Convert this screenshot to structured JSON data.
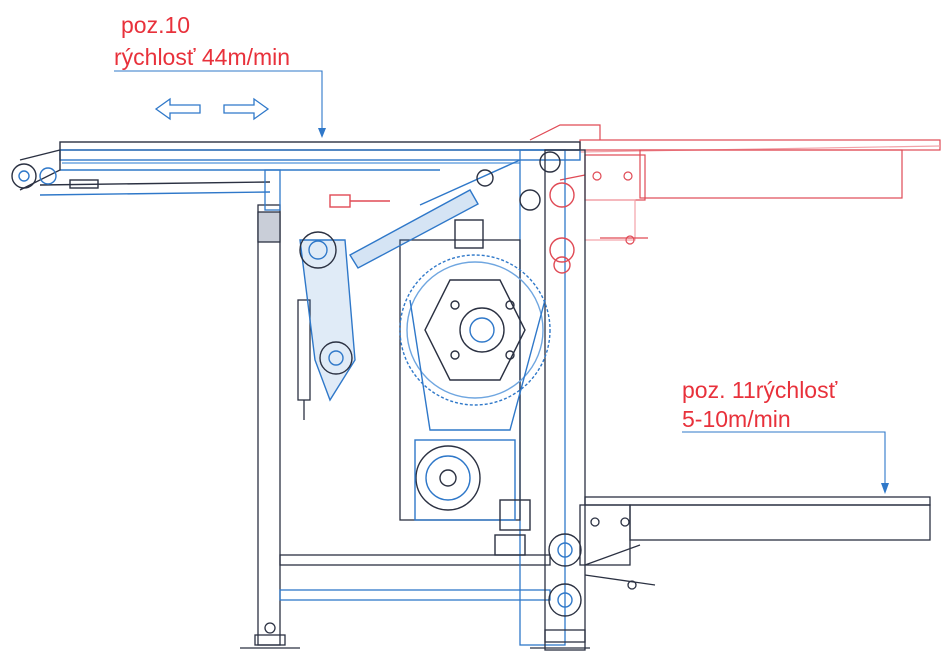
{
  "colors": {
    "label": "#e8313b",
    "blue": "#2f78c9",
    "blue_light": "#6fa6e0",
    "dark": "#2b3142",
    "grey": "#8a8f99",
    "red": "#e04a55",
    "red_light": "#f2a2a8"
  },
  "annotations": {
    "pos10": {
      "title": "poz.10",
      "speed": "rýchlosť 44m/min"
    },
    "pos11": {
      "title": "poz. 11rýchlosť",
      "speed": "5-10m/min"
    }
  },
  "icons": {
    "direction_arrows": [
      "arrow-left-icon",
      "arrow-right-icon"
    ],
    "pointer_arrows": [
      "pointer-arrow-pos10",
      "pointer-arrow-pos11"
    ]
  }
}
